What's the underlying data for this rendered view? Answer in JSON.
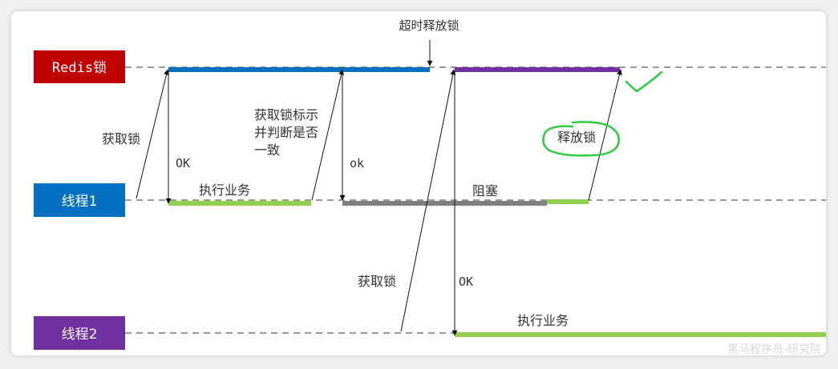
{
  "lanes": {
    "redis": {
      "label": "Redis锁",
      "color": "#c00000"
    },
    "thread1": {
      "label": "线程1",
      "color": "#0070c0"
    },
    "thread2": {
      "label": "线程2",
      "color": "#7030a0"
    }
  },
  "annotations": {
    "timeout_release": "超时释放锁",
    "t1_acquire": "获取锁",
    "t1_ok": "OK",
    "t1_business": "执行业务",
    "t1_check_line1": "获取锁标示",
    "t1_check_line2": "并判断是否",
    "t1_check_line3": "一致",
    "t1_ok2": "ok",
    "t1_blocked": "阻塞",
    "release_lock": "释放锁",
    "t2_acquire": "获取锁",
    "t2_ok": "OK",
    "t2_business": "执行业务"
  },
  "colors": {
    "thread1_lock": "#0070c0",
    "thread2_lock": "#7030a0",
    "business": "#92d050",
    "blocked": "#7f7f7f",
    "handwriting": "#2ecc40",
    "dashed_line": "#333333"
  },
  "watermark": "黑马程序员-研究院"
}
